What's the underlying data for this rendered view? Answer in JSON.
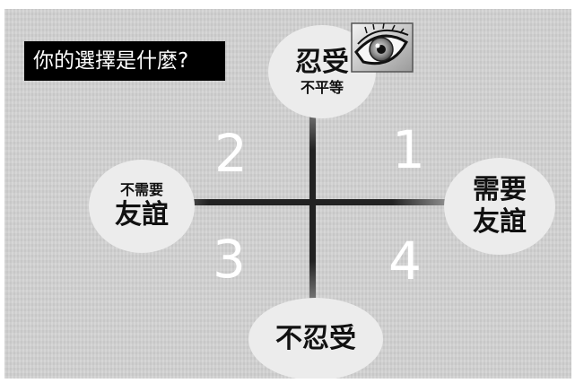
{
  "title": "你的選擇是什麼?",
  "top": {
    "main": "忍受",
    "sub": "不平等"
  },
  "bottom": {
    "main": "不忍受"
  },
  "left": {
    "sub": "不需要",
    "main": "友誼"
  },
  "right": {
    "line1": "需要",
    "line2": "友誼"
  },
  "quadrants": {
    "q1": "1",
    "q2": "2",
    "q3": "3",
    "q4": "4"
  },
  "icons": {
    "eye": "eye-icon"
  },
  "colors": {
    "background": "#cfcfcf",
    "axis": "#111111",
    "bubble": "#ececec",
    "title_bg": "#000000",
    "quadrant_number": "#ffffff"
  }
}
